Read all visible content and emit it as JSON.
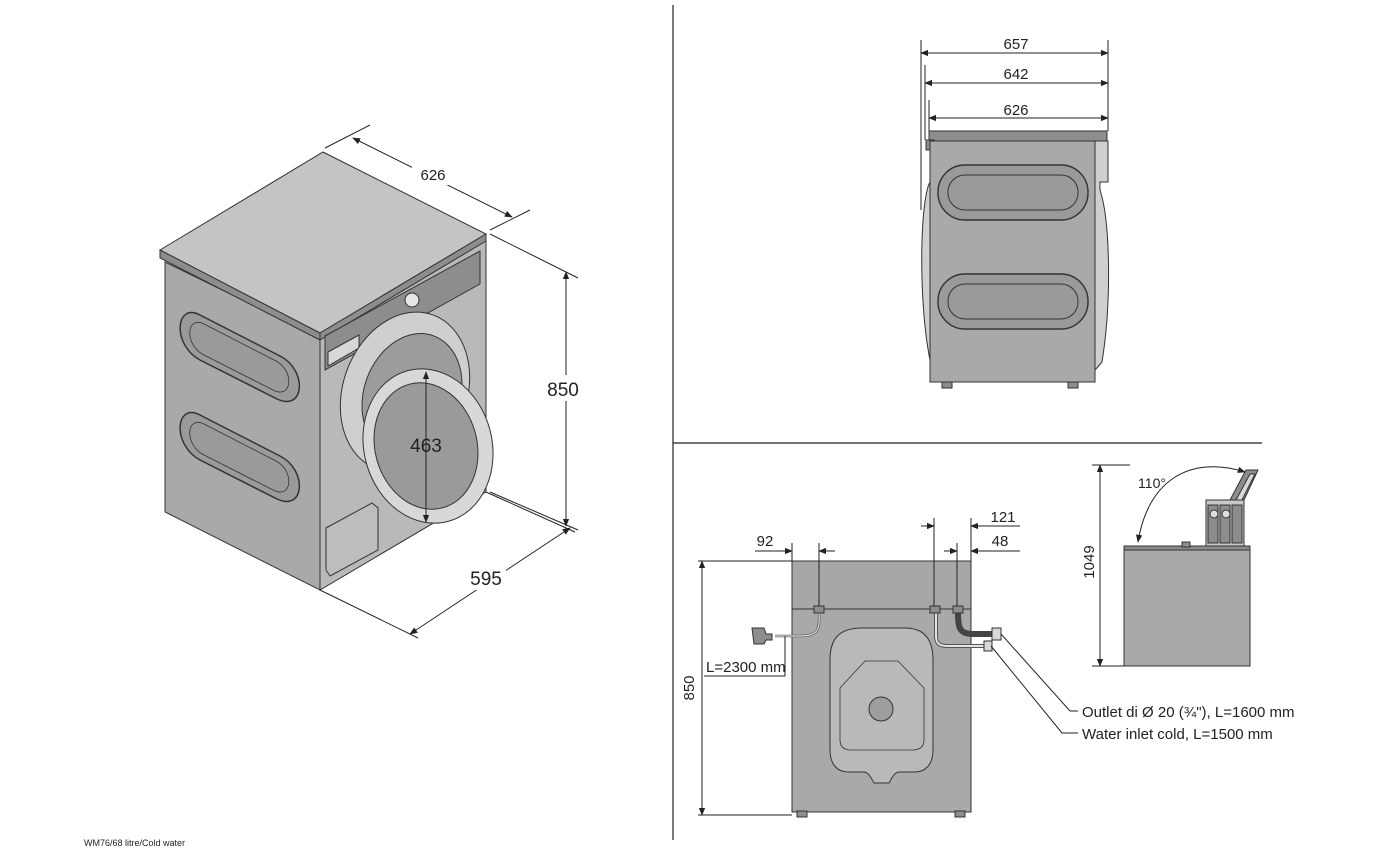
{
  "dimensions": {
    "iso_depth": "626",
    "iso_height": "850",
    "iso_door": "463",
    "iso_width": "595",
    "side_657": "657",
    "side_642": "642",
    "side_626": "626",
    "rear_92": "92",
    "rear_121": "121",
    "rear_48": "48",
    "rear_height": "850",
    "lid_height": "1049",
    "lid_angle": "110°"
  },
  "labels": {
    "cable": "L=2300 mm",
    "outlet": "Outlet di Ø 20 (¾\"), L=1600 mm",
    "inlet": "Water inlet cold, L=1500 mm"
  },
  "footer": "WM76/68 litre/Cold water"
}
